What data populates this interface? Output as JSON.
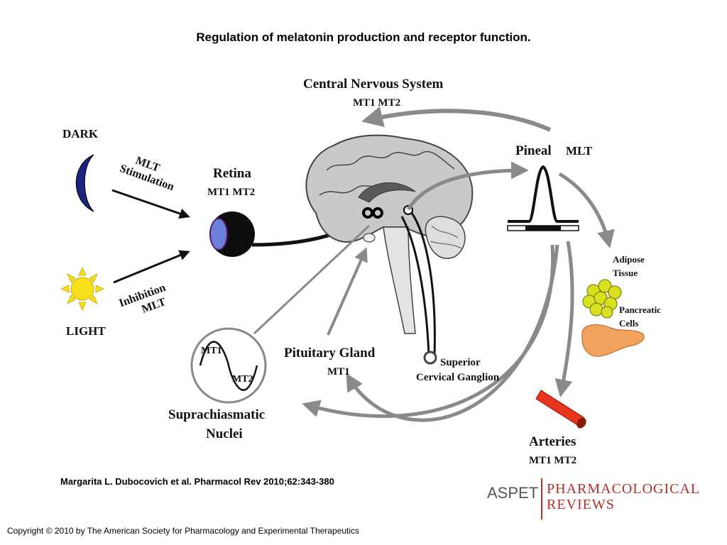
{
  "title": "Regulation of melatonin production and receptor function.",
  "citation": "Margarita L. Dubocovich et al. Pharmacol Rev 2010;62:343-380",
  "copyright": "Copyright © 2010 by The American Society for Pharmacology and Experimental Therapeutics",
  "diagram": {
    "dark": "DARK",
    "light": "LIGHT",
    "stimulation_1": "MLT",
    "stimulation_2": "Stimulation",
    "inhibition_1": "Inhibition",
    "inhibition_2": "MLT",
    "retina": "Retina",
    "retina_receptors": "MT1  MT2",
    "cns": "Central Nervous System",
    "cns_receptors": "MT1  MT2",
    "pineal": "Pineal",
    "pineal_mlt": "MLT",
    "adipose_1": "Adipose",
    "adipose_2": "Tissue",
    "pancreatic_1": "Pancreatic",
    "pancreatic_2": "Cells",
    "arteries": "Arteries",
    "arteries_receptors": "MT1  MT2",
    "pituitary": "Pituitary Gland",
    "pituitary_receptor": "MT1",
    "scg_1": "Superior",
    "scg_2": "Cervical Ganglion",
    "scn_1": "Suprachiasmatic",
    "scn_2": "Nuclei",
    "scn_mt1": "MT1",
    "scn_mt2": "MT2"
  },
  "logo": {
    "publisher": "ASPET",
    "journal_1": "PHARMACOLOGICAL",
    "journal_2": "REVIEWS"
  },
  "colors": {
    "arrow_gray": "#8a8a8a",
    "moon_blue": "#1a237e",
    "sun_yellow": "#f7e01a",
    "artery_red": "#e8341c",
    "adipose_yellow": "#d8e020",
    "pancreas_orange": "#f2a25c",
    "brand_red": "#b03028"
  }
}
